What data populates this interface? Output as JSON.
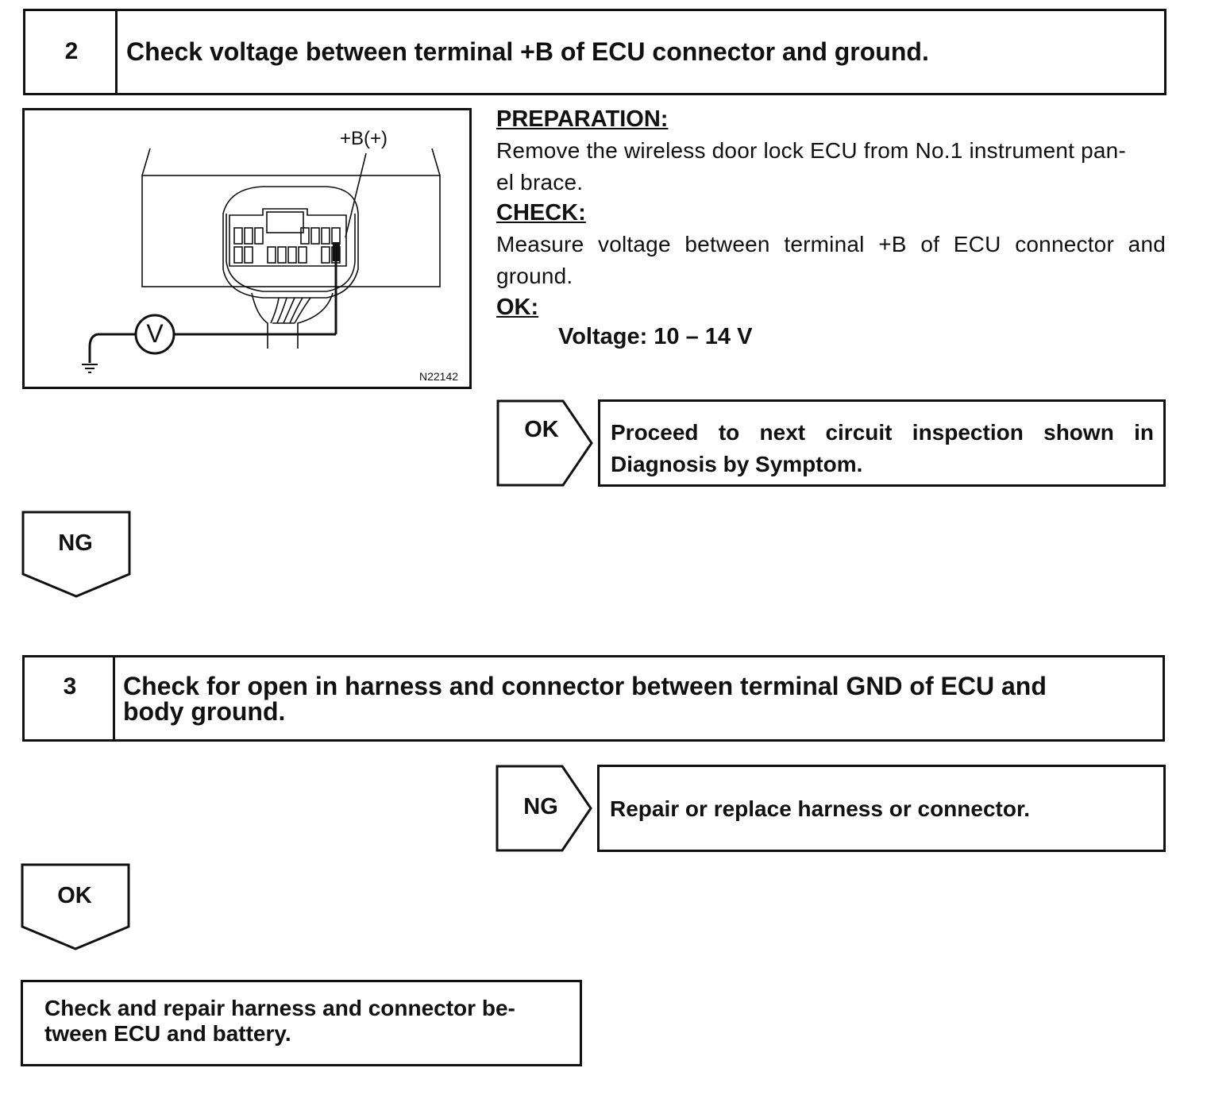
{
  "step2": {
    "number": "2",
    "title": "Check voltage between terminal +B of ECU connector and ground.",
    "figure": {
      "terminal_label": "+B(+)",
      "meter_label": "V",
      "figure_id": "N22142"
    },
    "preparation_heading": "PREPARATION:",
    "preparation_line1": "Remove the wireless door lock ECU from No.1 instrument pan-",
    "preparation_line2": "el brace.",
    "check_heading": "CHECK:",
    "check_line1": "Measure voltage between terminal +B of ECU connector and",
    "check_line2": "ground.",
    "ok_heading": "OK:",
    "ok_spec": "Voltage: 10 – 14 V",
    "ok_result": {
      "label": "OK",
      "line1": "Proceed to next circuit inspection shown in",
      "line2": "Diagnosis by Symptom."
    },
    "ng_label": "NG"
  },
  "step3": {
    "number": "3",
    "title_line1": "Check for open in harness and connector between terminal GND of ECU and",
    "title_line2": "body ground.",
    "ng_result": {
      "label": "NG",
      "text": "Repair or replace harness or connector."
    },
    "ok_label": "OK"
  },
  "final_action": {
    "line1": "Check and repair harness and connector be-",
    "line2": "tween ECU and battery."
  }
}
